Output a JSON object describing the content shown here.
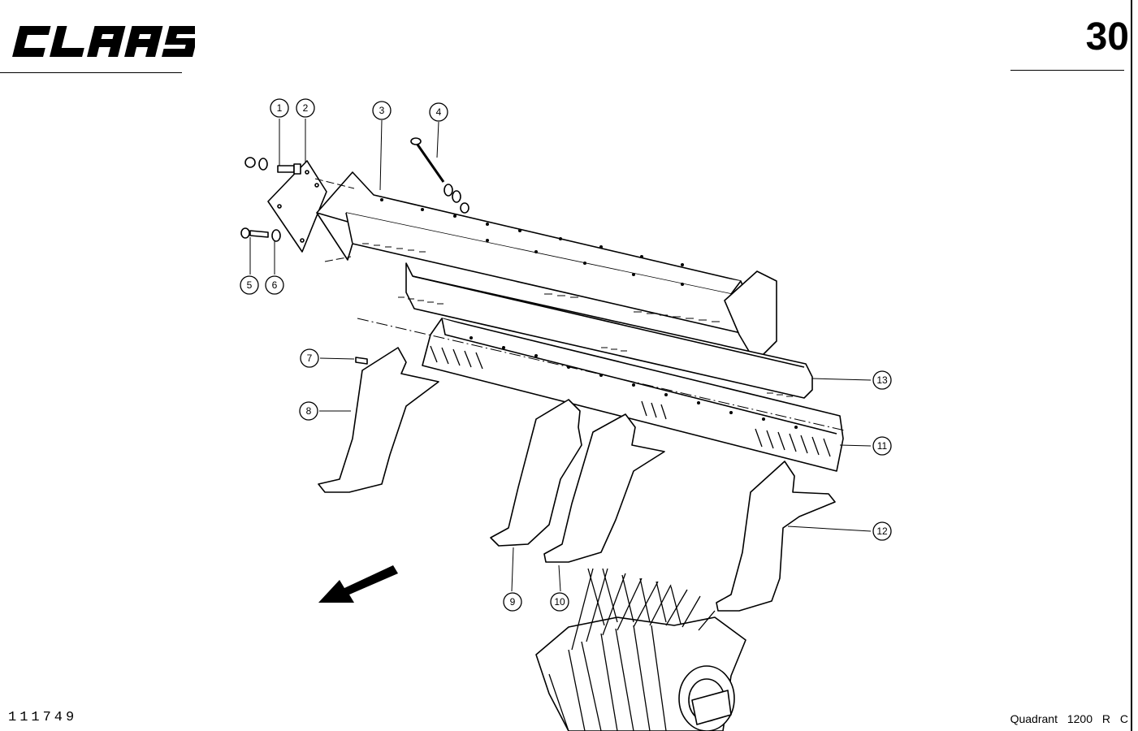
{
  "header": {
    "brand": "CLAAS",
    "page_number": "30"
  },
  "footer": {
    "drawing_number": "111749",
    "model": "Quadrant  1200 R C"
  },
  "callouts": [
    {
      "label": "1"
    },
    {
      "label": "2"
    },
    {
      "label": "3"
    },
    {
      "label": "4"
    },
    {
      "label": "5"
    },
    {
      "label": "6"
    },
    {
      "label": "7"
    },
    {
      "label": "8"
    },
    {
      "label": "9"
    },
    {
      "label": "10"
    },
    {
      "label": "11"
    },
    {
      "label": "12"
    },
    {
      "label": "13"
    }
  ],
  "icons": {
    "brand_logo": "claas-logo",
    "direction_arrow": "direction-arrow-icon"
  }
}
